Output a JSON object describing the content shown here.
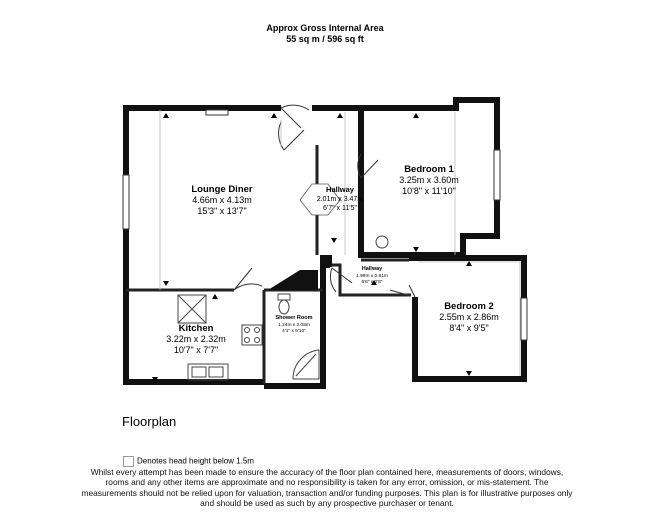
{
  "header": {
    "line1": "Approx Gross Internal Area",
    "line2": "55 sq m / 596 sq ft"
  },
  "rooms": {
    "lounge": {
      "name": "Lounge Diner",
      "metric": "4.66m x 4.13m",
      "imperial": "15'3\" x 13'7\""
    },
    "kitchen": {
      "name": "Kitchen",
      "metric": "3.22m x 2.32m",
      "imperial": "10'7\" x 7'7\""
    },
    "shower": {
      "name": "Shower Room",
      "metric": "1.24m x 2.08m",
      "imperial": "4'1\" x 6'10\""
    },
    "hallway": {
      "name": "Hallway",
      "metric": "2.01m x 3.47m",
      "imperial": "6'7\" x 11'5\""
    },
    "hallway2": {
      "name": "Hallway",
      "metric": "1.99m x 0.81m",
      "imperial": "6'6\" x 2'8\""
    },
    "bedroom1": {
      "name": "Bedroom 1",
      "metric": "3.25m x 3.60m",
      "imperial": "10'8\" x 11'10\""
    },
    "bedroom2": {
      "name": "Bedroom 2",
      "metric": "2.55m x 2.86m",
      "imperial": "8'4\" x 9'5\""
    }
  },
  "plan_title": "Floorplan",
  "legend_text": "Denotes head height below 1.5m",
  "disclaimer": "Whilst every attempt has been made to ensure the accuracy of the floor plan contained here, measurements of doors, windows, rooms and any other items are approximate and no responsibility is taken for any error, omission, or mis-statement. The measurements should not be relied upon for valuation, transaction and/or funding purposes. This plan is for illustrative purposes only and should be used as such by any prospective purchaser or tenant.",
  "colors": {
    "wall": "#111111",
    "line": "#333333",
    "light": "#bbbbbb"
  }
}
